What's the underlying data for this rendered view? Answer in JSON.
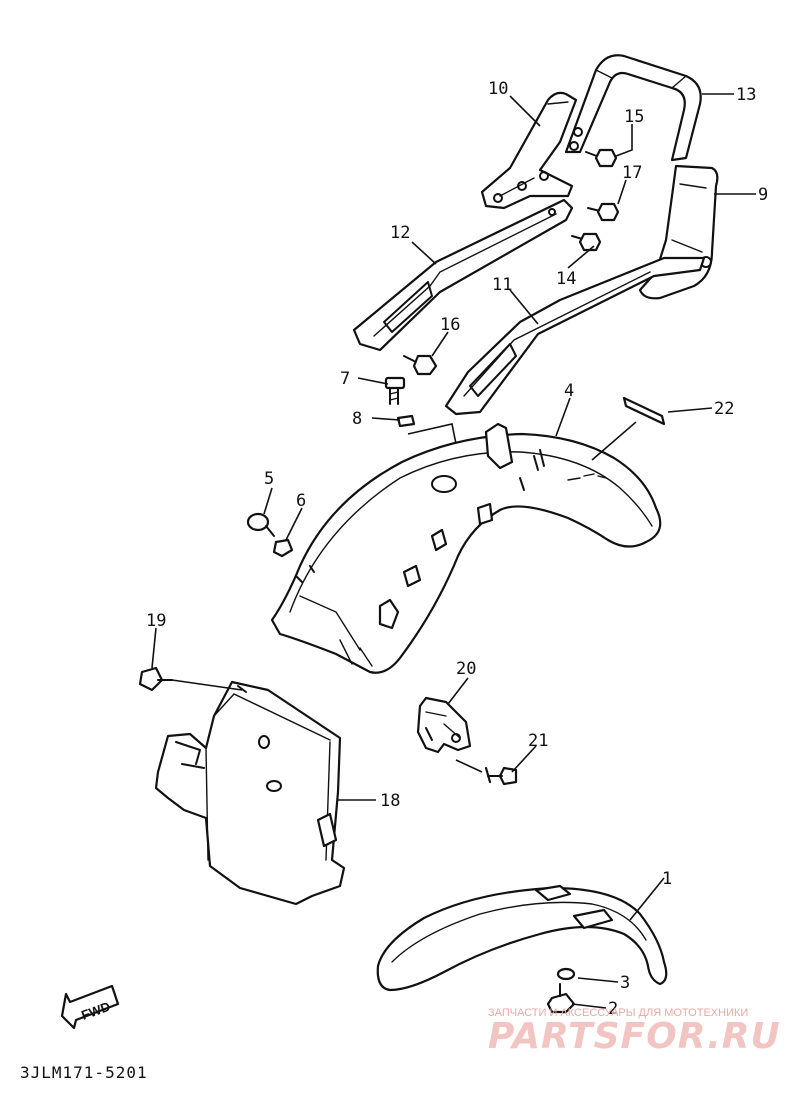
{
  "diagram": {
    "callouts": {
      "c1": "1",
      "c2": "2",
      "c3": "3",
      "c4": "4",
      "c5": "5",
      "c6": "6",
      "c7": "7",
      "c8": "8",
      "c9": "9",
      "c10": "10",
      "c11": "11",
      "c12": "12",
      "c13": "13",
      "c14": "14",
      "c15": "15",
      "c16": "16",
      "c17": "17",
      "c18": "18",
      "c19": "19",
      "c20": "20",
      "c21": "21",
      "c22": "22"
    },
    "fwd_label": "FWD",
    "diagram_code": "3JLM171-5201"
  },
  "watermark": {
    "tagline": "ЗАПЧАСТИ И АКСЕССУАРЫ ДЛЯ МОТОТЕХНИКИ",
    "brand": "PARTSFOR.RU",
    "color": "#e9a9a6"
  }
}
